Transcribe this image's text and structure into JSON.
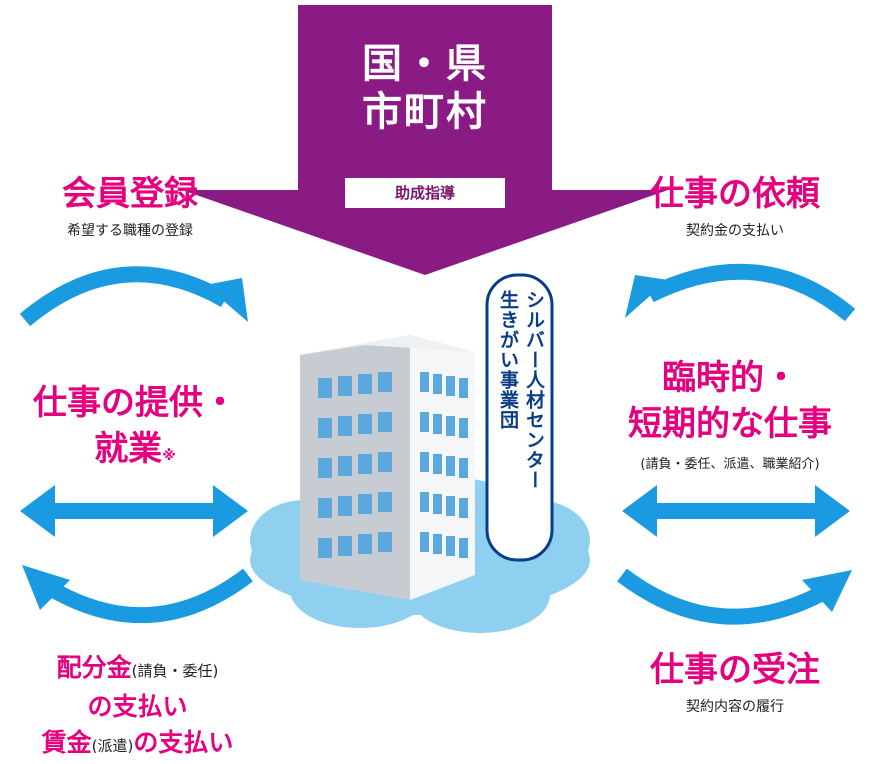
{
  "gov": {
    "line1": "国・県",
    "line2": "市町村",
    "badge": "助成指導"
  },
  "left_top": {
    "title": "会員登録",
    "subtitle": "希望する職種の登録"
  },
  "left_mid": {
    "title_line1": "仕事の提供・",
    "title_line2": "就業",
    "mark": "※"
  },
  "left_bottom": {
    "line1_main": "配分金",
    "line1_paren": "(請負・委任)",
    "line2": "の支払い",
    "line3_main": "賃金",
    "line3_paren": "(派遣)",
    "line3_tail": "の支払い"
  },
  "right_top": {
    "title": "仕事の依頼",
    "subtitle": "契約金の支払い"
  },
  "right_mid": {
    "title_line1": "臨時的・",
    "title_line2": "短期的な仕事",
    "subtitle": "(請負・委任、派遣、職業紹介)"
  },
  "right_bottom": {
    "title": "仕事の受注",
    "subtitle": "契約内容の履行"
  },
  "center": {
    "line1": "シルバー人材センター",
    "line2": "生きがい事業団"
  },
  "colors": {
    "accent_pink": "#e5007f",
    "gov_purple": "#8a1a84",
    "arrow_blue": "#1a9ae0",
    "cloud_blue": "#8fd0f0",
    "label_border": "#0a3d87"
  }
}
